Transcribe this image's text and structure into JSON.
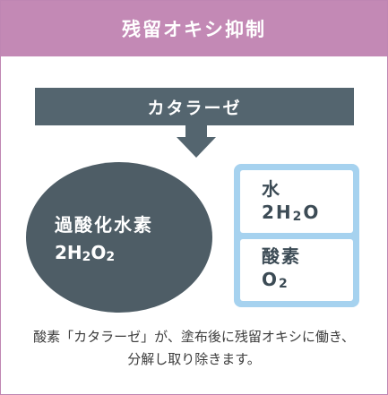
{
  "header": {
    "title": "残留オキシ抑制"
  },
  "enzyme": {
    "label": "カタラーゼ"
  },
  "reactant": {
    "name": "過酸化水素",
    "formula": {
      "a": "2H",
      "b": "2",
      "c": "O",
      "d": "2"
    }
  },
  "products": {
    "water": {
      "name": "水",
      "formula": {
        "a": "2H",
        "b": "2",
        "c": "O"
      }
    },
    "oxygen": {
      "name": "酸素",
      "formula": {
        "a": "O",
        "b": "2"
      }
    }
  },
  "caption": {
    "line1": "酸素「カタラーゼ」が、塗布後に残留オキシに働き、",
    "line2": "分解し取り除きます。"
  },
  "colors": {
    "header_bg": "#c389b5",
    "dark": "#4e5d66",
    "light_blue": "#a6d2ef"
  }
}
